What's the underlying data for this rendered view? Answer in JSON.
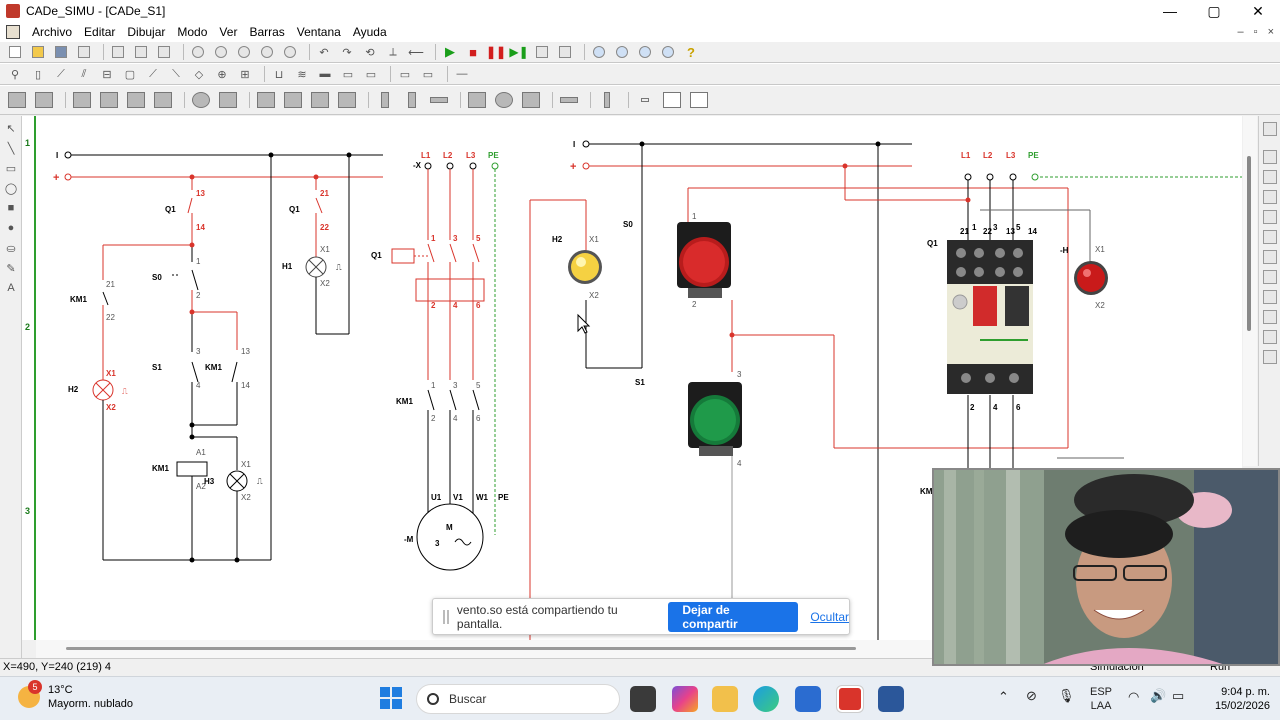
{
  "window": {
    "title": "CADe_SIMU - [CADe_S1]",
    "minimize_glyph": "—",
    "maximize_glyph": "▢",
    "close_glyph": "✕"
  },
  "menu": {
    "items": [
      "Archivo",
      "Editar",
      "Dibujar",
      "Modo",
      "Ver",
      "Barras",
      "Ventana",
      "Ayuda"
    ],
    "mdi_minimize": "–",
    "mdi_restore": "▫",
    "mdi_close": "×"
  },
  "ruler": {
    "rows": [
      "1",
      "2",
      "3"
    ]
  },
  "schematic": {
    "labels": {
      "L1": "L1",
      "L2": "L2",
      "L3": "L3",
      "PE": "PE",
      "I": "I",
      "plus": "+",
      "X": "-X",
      "Q1": "Q1",
      "KM1": "KM1",
      "S0": "S0",
      "S1": "S1",
      "H1": "H1",
      "H2": "H2",
      "H3": "H3",
      "M": "M",
      "M_label": "-M",
      "three": "3",
      "U1": "U1",
      "V1": "V1",
      "W1": "W1",
      "H": "-H",
      "n13": "13",
      "n14": "14",
      "n21": "21",
      "n22": "22",
      "n1": "1",
      "n2": "2",
      "n3": "3",
      "n4": "4",
      "n5": "5",
      "n6": "6",
      "X1": "X1",
      "X2": "X2",
      "A1": "A1",
      "A2": "A2",
      "pulse": "⎍",
      "KMpartial": "KM"
    }
  },
  "statusbar": {
    "coords": "X=490, Y=240 (219) 4",
    "simulation": "Simulación",
    "run": "Run"
  },
  "share_banner": {
    "message": "vento.so está compartiendo tu pantalla.",
    "stop_button": "Dejar de compartir",
    "hide_link": "Ocultar"
  },
  "taskbar": {
    "weather_temp": "13°C",
    "weather_desc": "Mayorm. nublado",
    "weather_badge": "5",
    "search_placeholder": "Buscar",
    "lang": "ESP",
    "lang_sub": "LAA",
    "time": "9:04 p. m.",
    "date": "15/02/2026",
    "colors": {
      "accent": "#1a73e8",
      "wire_red": "#d9342b",
      "ruler_green": "#2e9e2e"
    }
  }
}
